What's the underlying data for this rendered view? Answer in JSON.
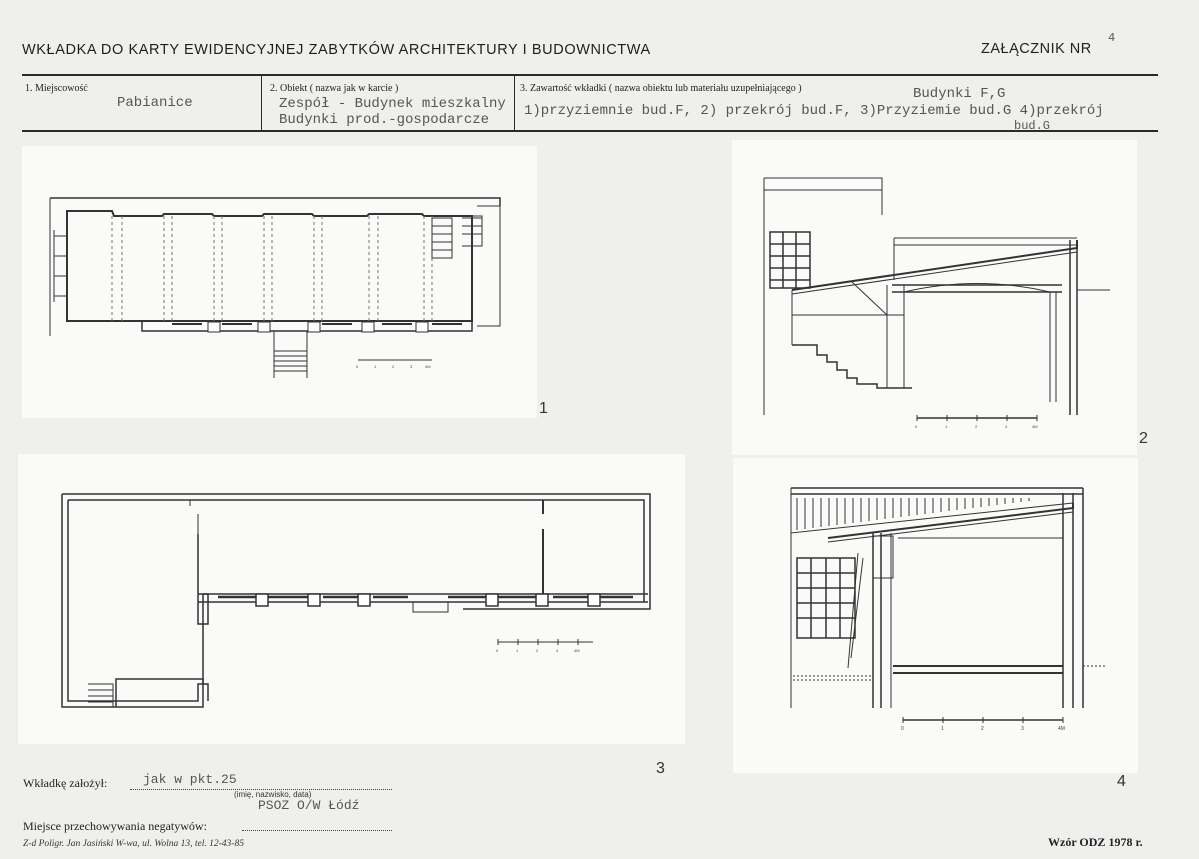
{
  "header": {
    "title": "WKŁADKA DO KARTY EWIDENCYJNEJ ZABYTKÓW ARCHITEKTURY I BUDOWNICTWA",
    "annex_label": "ZAŁĄCZNIK NR",
    "annex_number": "4"
  },
  "fields": {
    "locality_label": "1. Miejscowość",
    "locality_value": "Pabianice",
    "object_label": "2. Obiekt ( nazwa jak w karcie )",
    "object_value_line1": "Zespół - Budynek mieszkalny",
    "object_value_line2": "Budynki prod.-gospodarcze",
    "content_label": "3. Zawartość wkładki ( nazwa obiektu lub materiału uzupełniającego )",
    "content_value_title": "Budynki F,G",
    "content_value_line1": "1)przyziemnie bud.F, 2) przekrój bud.F, 3)Przyziemie bud.G 4)przekrój",
    "content_value_line2": "bud.G"
  },
  "figures": {
    "fig1_number": "1",
    "fig2_number": "2",
    "fig3_number": "3",
    "fig4_number": "4"
  },
  "scale_labels": {
    "s0": "0",
    "s1": "1",
    "s2": "2",
    "s3": "3",
    "s4": "4M"
  },
  "footer": {
    "founder_label": "Wkładkę założył:",
    "founder_value": "jak w pkt.25",
    "founder_hint": "(imię, nazwisko, data)",
    "institution": "PSOZ O/W Łódź",
    "negatives_label": "Miejsce przechowywania negatywów:",
    "printer": "Z-d Poligr. Jan Jasiński W-wa, ul. Wolna 13, tel. 12-43-85",
    "template": "Wzór ODZ 1978 r."
  }
}
